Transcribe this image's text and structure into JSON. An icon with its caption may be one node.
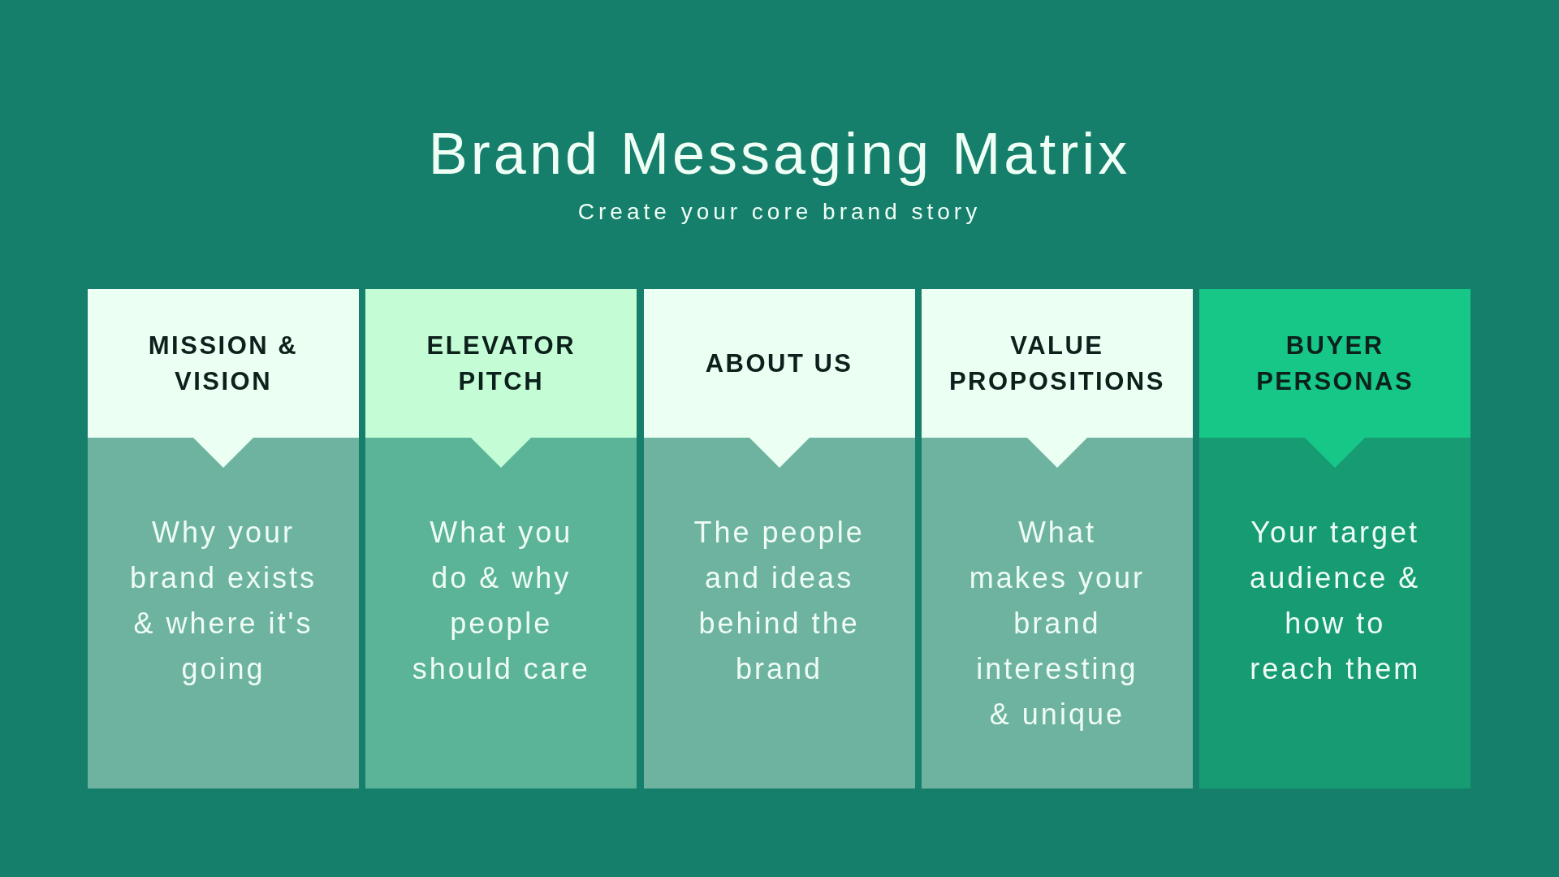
{
  "diagram": {
    "title": "Brand Messaging Matrix",
    "nodes": [
      {
        "text": [
          "MISSION & VISION",
          "Why your brand exists & where it's going"
        ]
      },
      {
        "text": [
          "ELEVATOR PITCH",
          "What you do & why people should care"
        ]
      },
      {
        "text": [
          "ABOUT US",
          "The people and ideas behind the brand"
        ]
      },
      {
        "text": [
          "VALUE PROPOSITIONS",
          "What makes your brand interesting & unique"
        ]
      },
      {
        "text": [
          "BUYER PERSONAS",
          "Your target audience & how to reach them"
        ]
      }
    ],
    "labels": [
      "Create your core brand story"
    ]
  }
}
